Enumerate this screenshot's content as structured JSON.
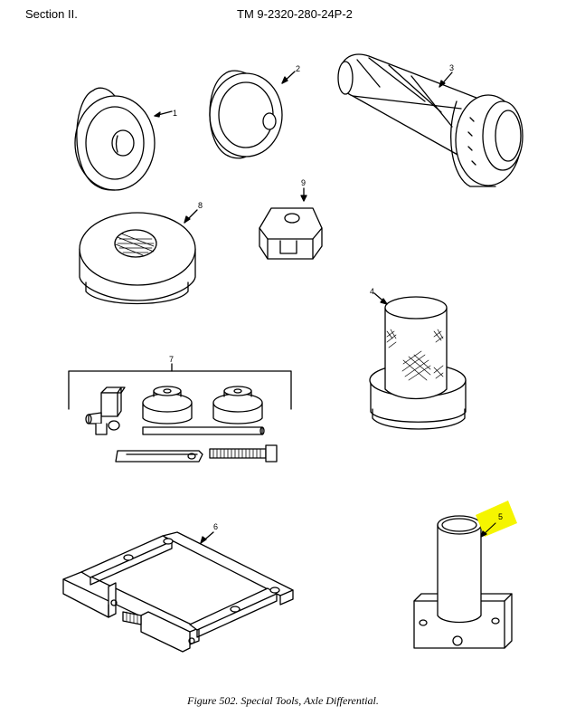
{
  "header": {
    "section": "Section II.",
    "tm_number": "TM 9-2320-280-24P-2"
  },
  "callouts": {
    "item1": "1",
    "item2": "2",
    "item3": "3",
    "item4": "4",
    "item5": "5",
    "item6": "6",
    "item7": "7",
    "item8": "8",
    "item9": "9"
  },
  "highlight_color": "#f5f500",
  "caption": "Figure 502.  Special Tools, Axle Differential."
}
